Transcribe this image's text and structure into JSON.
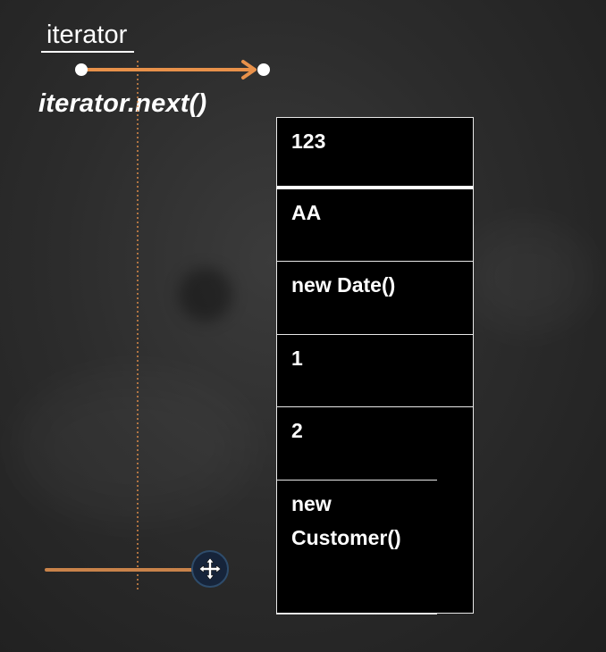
{
  "labels": {
    "iterator": "iterator",
    "next_call": "iterator.next()"
  },
  "stack_items": [
    "123",
    "AA",
    "new Date()",
    "1",
    "2",
    "new Customer()"
  ],
  "colors": {
    "background": "#2c2c2c",
    "arrow": "#e8914a",
    "pointer_line": "#c9834a",
    "cell_fill": "#000000",
    "cell_border": "#e8e8e8",
    "text": "#ffffff"
  },
  "icons": {
    "cursor": "move-cursor-icon"
  }
}
